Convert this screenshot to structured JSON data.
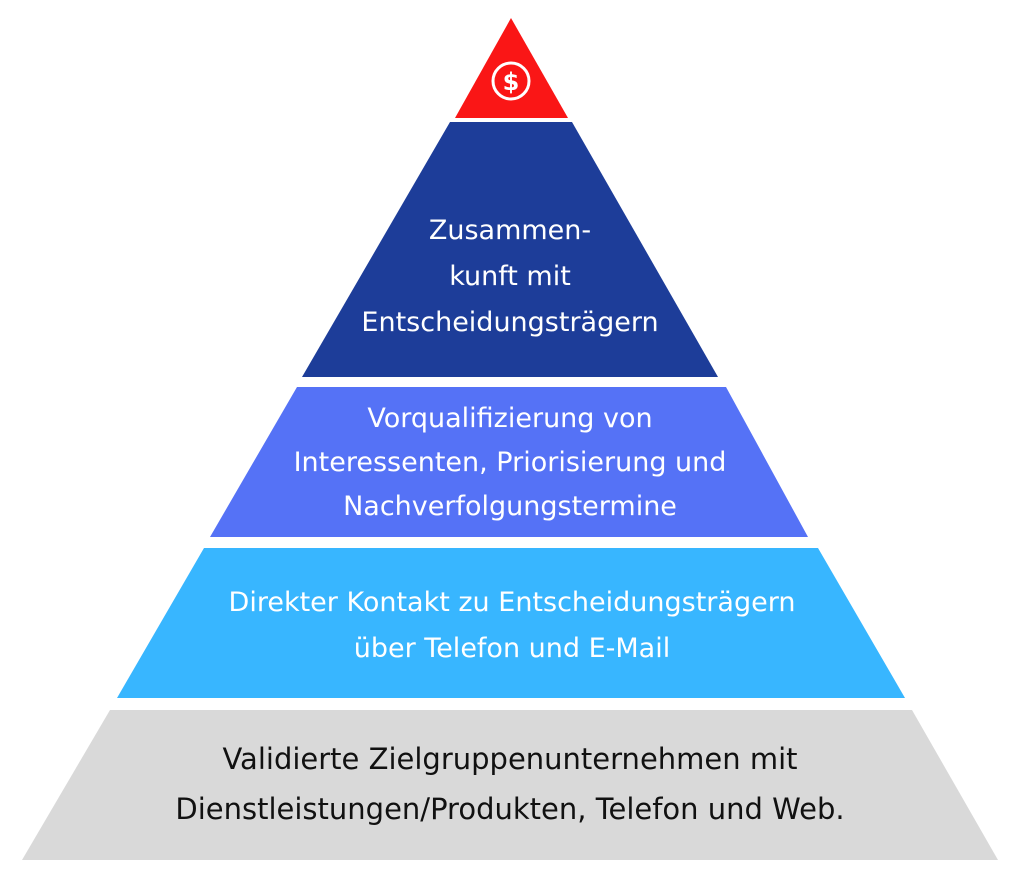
{
  "colors": {
    "top": "#fa1616",
    "level4": "#1d3d99",
    "level3": "#5572f6",
    "level2": "#38b6ff",
    "level1": "#d9d9d9"
  },
  "pyramid": {
    "top_icon": "dollar-coin-icon",
    "levels": [
      {
        "lines": [
          "Zusammen-",
          "kunft mit",
          "Entscheidungsträgern"
        ]
      },
      {
        "lines": [
          "Vorqualifizierung von",
          "Interessenten, Priorisierung und",
          "Nachverfolgungstermine"
        ]
      },
      {
        "lines": [
          "Direkter Kontakt zu Entscheidungsträgern",
          "über Telefon und E-Mail"
        ]
      },
      {
        "lines": [
          "Validierte Zielgruppenunternehmen mit",
          "Dienstleistungen/Produkten, Telefon und Web."
        ]
      }
    ]
  }
}
